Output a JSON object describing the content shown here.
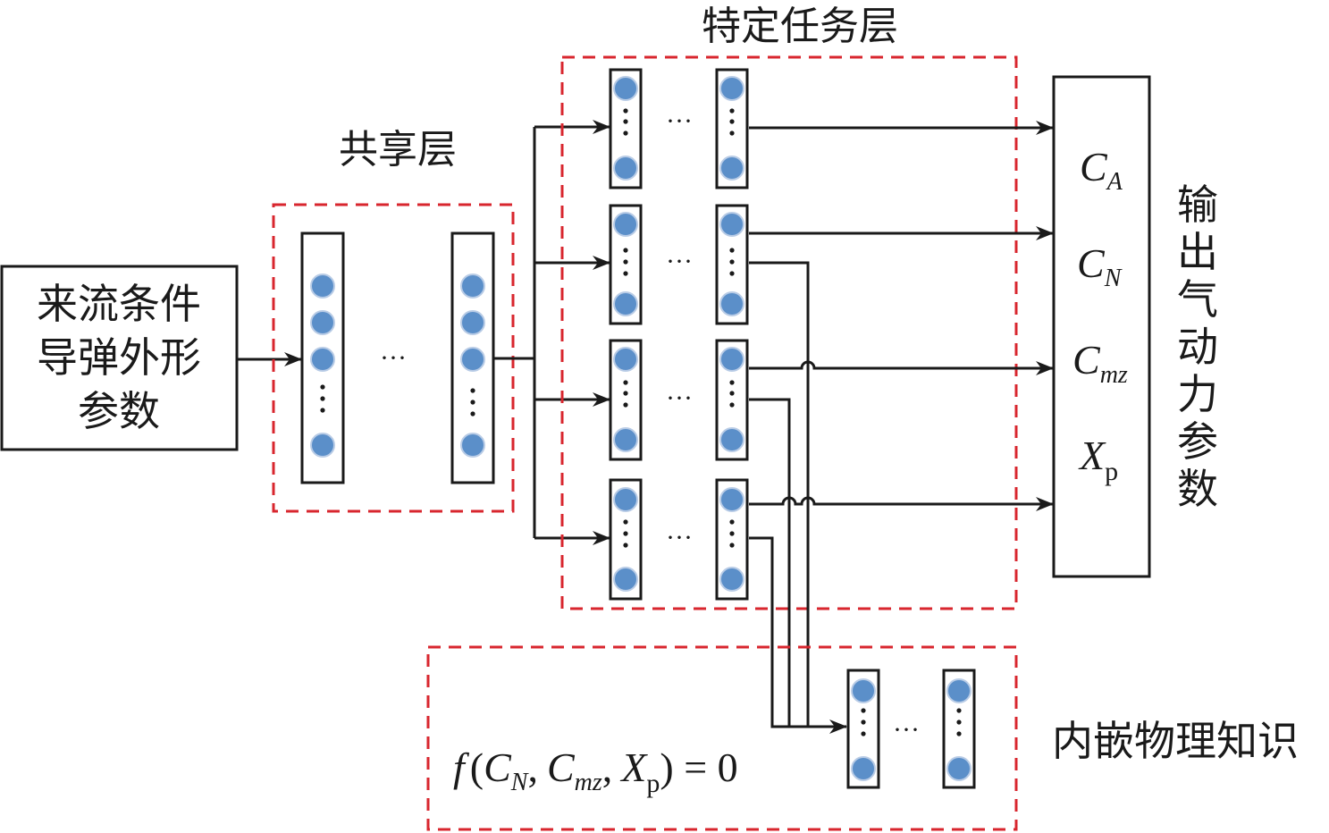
{
  "diagram": {
    "input_box": {
      "lines": [
        "来流条件",
        "导弹外形",
        "参数"
      ]
    },
    "shared_layer": {
      "title": "共享层",
      "ellipsis": "···"
    },
    "task_layer": {
      "title": "特定任务层",
      "ellipsis": "···",
      "branch_count": 4
    },
    "output_box": {
      "items": [
        {
          "main": "C",
          "sub": "A"
        },
        {
          "main": "C",
          "sub": "N"
        },
        {
          "main": "C",
          "sub": "mz"
        },
        {
          "main": "X",
          "sub": "p"
        }
      ],
      "label": "输出气动力参数"
    },
    "physics_layer": {
      "title": "内嵌物理知识",
      "equation": {
        "f": "f",
        "open": "(",
        "c1": "C",
        "c1_sub": "N",
        "sep1": ",",
        "c2": "C",
        "c2_sub": "mz",
        "sep2": ",",
        "x": "X",
        "x_sub": "p",
        "close": ")",
        "rhs": " = 0"
      },
      "ellipsis": "···"
    },
    "colors": {
      "node_fill": "#5b8fc9",
      "node_stroke": "#b9cce6",
      "dashed_border": "#d8262e",
      "line": "#1a1a1a"
    }
  }
}
